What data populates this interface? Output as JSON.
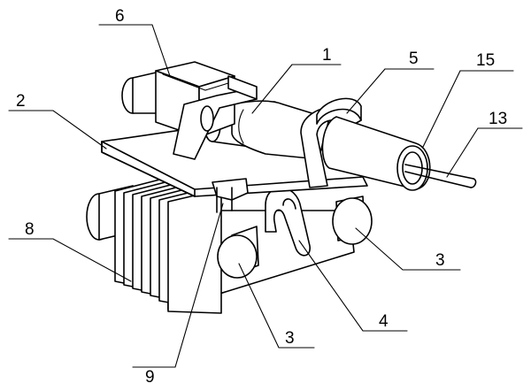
{
  "labels": {
    "part_1": "1",
    "part_2": "2",
    "part_3_right": "3",
    "part_3_bottom": "3",
    "part_4": "4",
    "part_5": "5",
    "part_6": "6",
    "part_8": "8",
    "part_9": "9",
    "part_13": "13",
    "part_15": "15"
  }
}
